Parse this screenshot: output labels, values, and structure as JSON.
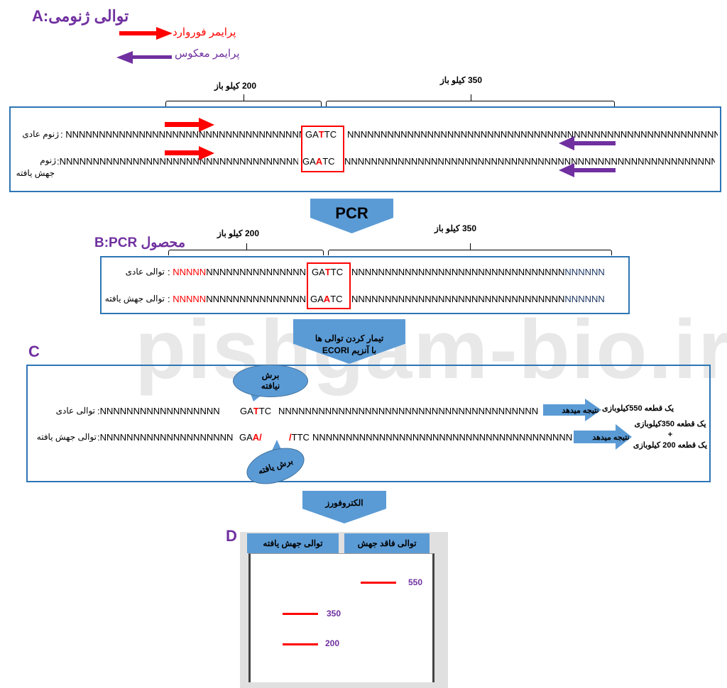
{
  "watermark": "pishgam-bio.ir",
  "A": {
    "letter": "A:",
    "title": "توالی ژنومی",
    "forward_primer": "پرایمر فوروارد",
    "reverse_primer": "پرایمر معکوس",
    "brace_200": "200 کیلو باز",
    "brace_350": "350 کیلو باز",
    "row1_label": "ژنوم عادی",
    "row2_label_1": "ژنوم",
    "row2_label_2": "جهش یافته",
    "colon": ":",
    "left_n": "NNNNNNNNNNNNNNNNNNNNNNNNNNNNNNNNNNNNNNN",
    "right_n": "NNNNNNNNNNNNNNNNNNNNNNNNNNNNNNNNNNNNNNNNNNNNNNNNNNNNNNNNNNNN",
    "site_pre": "GA",
    "site_normal_mut": "T",
    "site_mutant_mut": "A",
    "site_post": "TC"
  },
  "pcr_label": "PCR",
  "B": {
    "letter": "B:PCR",
    "title": "محصول",
    "brace_200": "200 کیلو باز",
    "brace_350": "350 کیلو باز",
    "row1_label": "توالی عادی",
    "row2_label": "توالی جهش یافته",
    "colon": ":",
    "red_n": "NNNNN",
    "left_n": "NNNNNNNNNNNNNNNNNNNN",
    "right_n": "NNNNNNNNNNNNNNNNNNNNNNNNNNNNNNNN",
    "right_n_tail": "NNNNNN",
    "site_pre": "GA",
    "site_normal_mut": "T",
    "site_mutant_mut": "A",
    "site_post": "TC"
  },
  "enzyme_step": {
    "line1": "تیمار کردن توالی ها",
    "line2": "با آنزیم  ECORI"
  },
  "C": {
    "letter": "C",
    "uncut_bubble_1": "برش",
    "uncut_bubble_2": "نیافته",
    "cut_bubble": "برش یافته",
    "row1_label": "توالی عادی",
    "row2_label": "توالی جهش یافته",
    "colon": ":",
    "row1_left_n": "NNNNNNNNNNNNNNNNNN",
    "row1_site_pre": "GA",
    "row1_site_mut": "T",
    "row1_site_post": "TC",
    "row1_right_n": "NNNNNNNNNNNNNNNNNNNNNNNNNNNNNNNNNNNNNNNN",
    "row2_left_n": "NNNNNNNNNNNNNNNNNNNN",
    "row2_site_pre": "GA",
    "row2_site_mut": "A/",
    "row2_cut": "/",
    "row2_site_post": "TTC",
    "row2_right_n": "NNNNNNNNNNNNNNNNNNNNNNNNNNNNNNNNNNNNNNNNNN",
    "result_arrow": "نتیجه میدهد",
    "result_normal": "یک قطعه 550کیلوبازی",
    "result_mutant_1": "یک قطعه 350کیلوبازی",
    "result_plus": "+",
    "result_mutant_2": "یک قطعه 200 کیلوبازی"
  },
  "electrophoresis_step": "الکتروفورز",
  "D": {
    "letter": "D",
    "lane_mutant": "توالی جهش یافته",
    "lane_normal": "توالی فاقد جهش",
    "bands": [
      {
        "label": "550",
        "lane": "normal"
      },
      {
        "label": "350",
        "lane": "mutant"
      },
      {
        "label": "200",
        "lane": "mutant"
      }
    ]
  },
  "colors": {
    "accent": "#5b9bd5",
    "section": "#7030a0",
    "highlight": "#ff0000",
    "box": "#2e75b6"
  }
}
